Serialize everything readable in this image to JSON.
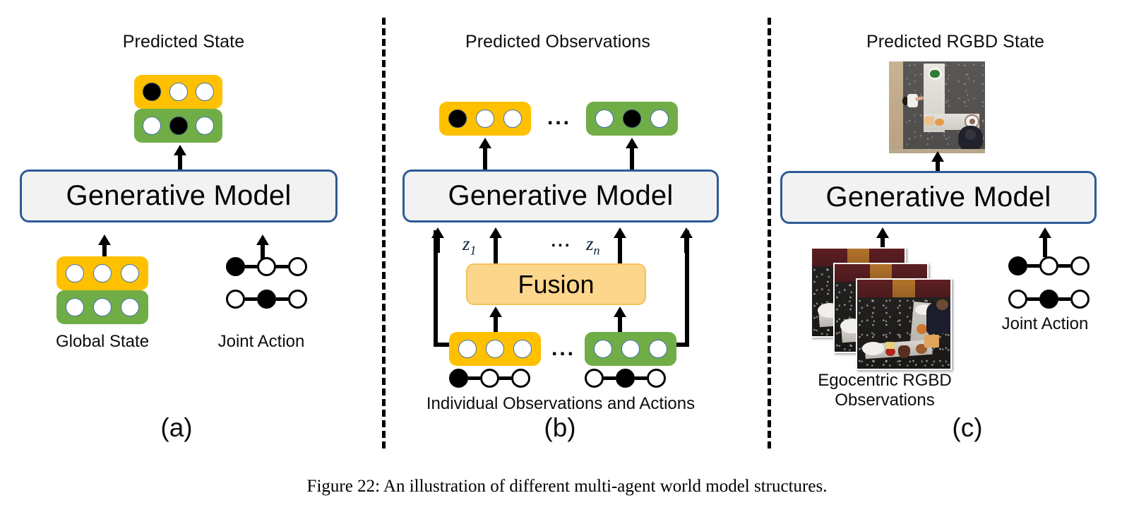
{
  "figure": {
    "caption": "Figure 22: An illustration of different multi-agent world model structures.",
    "colors": {
      "yellow_agent": "#FFC000",
      "green_agent": "#70AD47",
      "model_box_fill": "#F2F2F2",
      "model_box_border": "#2E5B96",
      "fusion_fill": "#FCD68C",
      "fusion_border": "#F5C25B",
      "node_active": "#000000",
      "node_inactive": "#FFFFFF"
    }
  },
  "panels": [
    {
      "id": "a",
      "letter": "(a)",
      "heading": "Predicted State",
      "model_label": "Generative Model",
      "output_state": {
        "rows": [
          {
            "color": "yellow",
            "cells": [
              "on",
              "off",
              "off"
            ]
          },
          {
            "color": "green",
            "cells": [
              "off",
              "on",
              "off"
            ]
          }
        ]
      },
      "inputs": [
        {
          "label": "Global State",
          "rows": [
            {
              "color": "yellow",
              "cells": [
                "off",
                "off",
                "off"
              ]
            },
            {
              "color": "green",
              "cells": [
                "off",
                "off",
                "off"
              ]
            }
          ]
        },
        {
          "label": "Joint Action",
          "chains": [
            [
              "on",
              "off",
              "off"
            ],
            [
              "off",
              "on",
              "off"
            ]
          ]
        }
      ]
    },
    {
      "id": "b",
      "letter": "(b)",
      "heading": "Predicted Observations",
      "model_label": "Generative Model",
      "fusion_label": "Fusion",
      "ellipsis": "...",
      "latents": [
        "z",
        "z"
      ],
      "latent_subscripts": [
        "1",
        "n"
      ],
      "bottom_label": "Individual Observations and Actions",
      "predicted_observations": [
        {
          "color": "yellow",
          "cells": [
            "on",
            "off",
            "off"
          ]
        },
        {
          "color": "green",
          "cells": [
            "off",
            "on",
            "off"
          ]
        }
      ],
      "individual_observations": [
        {
          "color": "yellow",
          "cells": [
            "off",
            "off",
            "off"
          ]
        },
        {
          "color": "green",
          "cells": [
            "off",
            "off",
            "off"
          ]
        }
      ],
      "individual_actions": [
        [
          "on",
          "off",
          "off"
        ],
        [
          "off",
          "on",
          "off"
        ]
      ]
    },
    {
      "id": "c",
      "letter": "(c)",
      "heading": "Predicted RGBD State",
      "model_label": "Generative Model",
      "observations_label_line1": "Egocentric RGBD",
      "observations_label_line2": "Observations",
      "action_label": "Joint Action",
      "observation_frame_count": 3,
      "joint_action_chains": [
        [
          "on",
          "off",
          "off"
        ],
        [
          "off",
          "on",
          "off"
        ]
      ],
      "predicted_image_alt": "top-down-rgbd-scene",
      "egocentric_image_alt": "egocentric-rgbd-scene"
    }
  ]
}
